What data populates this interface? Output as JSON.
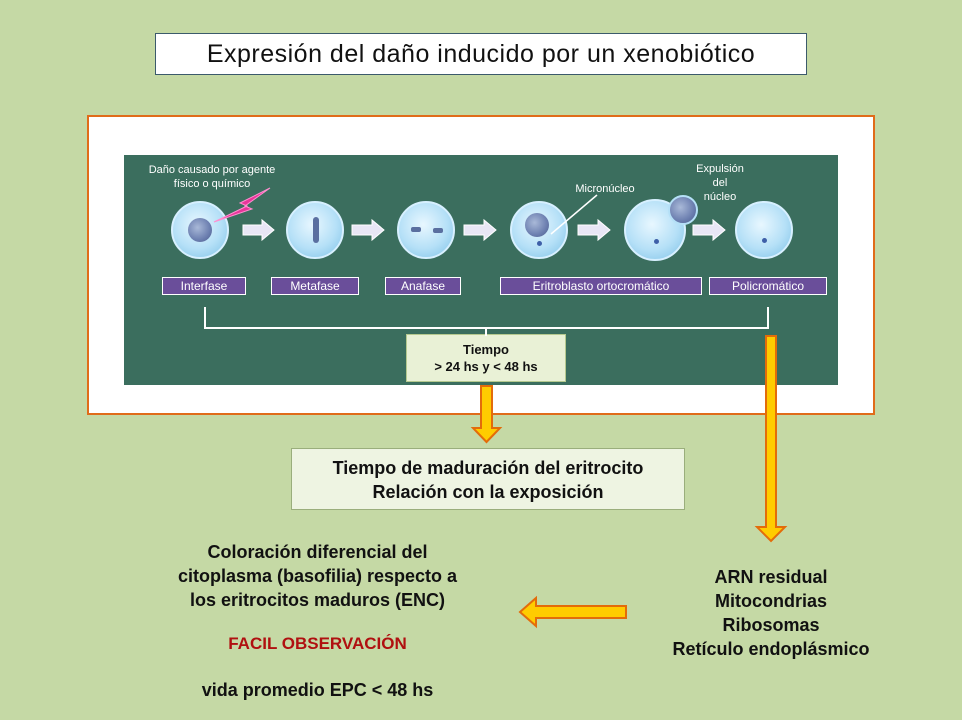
{
  "title": "Expresión del daño inducido por un xenobiótico",
  "panel": {
    "damage_caption": [
      "Daño causado por agente",
      "físico o químico"
    ],
    "micronucleus_caption": "Micronúcleo",
    "expulsion_caption": [
      "Expulsión",
      "del",
      "núcleo"
    ],
    "stages": [
      "Interfase",
      "Metafase",
      "Anafase",
      "Eritroblasto ortocromático",
      "Policromático"
    ],
    "time_box": [
      "Tiempo",
      "> 24 hs y < 48 hs"
    ]
  },
  "maduration_box": [
    "Tiempo de maduración del eritrocito",
    "Relación con la exposición"
  ],
  "left_block": {
    "lines": [
      "Coloración diferencial del",
      "citoplasma (basofilia) respecto a",
      "los eritrocitos maduros (ENC)"
    ],
    "highlight": "FACIL OBSERVACIÓN",
    "footer": "vida promedio EPC < 48 hs"
  },
  "right_block": {
    "lines": [
      "ARN residual",
      "Mitocondrias",
      "Ribosomas",
      "Retículo endoplásmico"
    ]
  },
  "colors": {
    "background": "#c5d9a5",
    "panel": "#3b6e5e",
    "stage_label": "#6a4e9a",
    "arrow_fill": "#ffcc00",
    "arrow_stroke": "#e36c0a",
    "highlight_text": "#b01010"
  }
}
